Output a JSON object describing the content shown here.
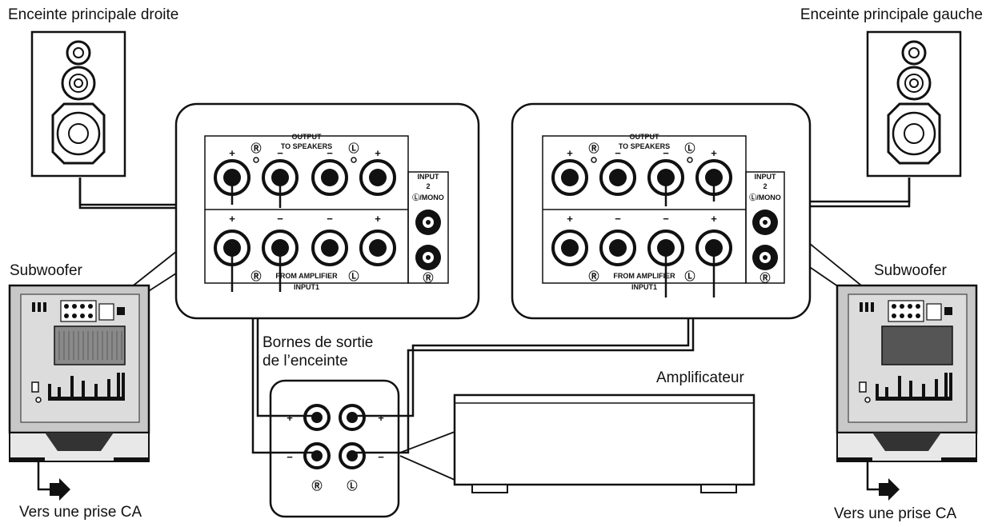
{
  "labels": {
    "right_main_speaker": "Enceinte principale droite",
    "left_main_speaker": "Enceinte principale gauche",
    "subwoofer_left": "Subwoofer",
    "subwoofer_right": "Subwoofer",
    "speaker_output_terminals_line1": "Bornes de sortie",
    "speaker_output_terminals_line2": "de l’enceinte",
    "amplifier": "Amplificateur",
    "ac_outlet_left": "Vers une prise CA",
    "ac_outlet_right": "Vers une prise CA"
  },
  "panel": {
    "output": "OUTPUT",
    "to_speakers": "TO SPEAKERS",
    "input2": "INPUT",
    "input2_num": "2",
    "mono": "Ⓛ/MONO",
    "from_amplifier": "FROM AMPLIFIER",
    "input1": "INPUT1",
    "ch_r": "Ⓡ",
    "ch_l": "Ⓛ",
    "plus": "+",
    "minus": "−"
  },
  "amp_terminals": {
    "plus": "+",
    "minus": "−",
    "ch_r": "Ⓡ",
    "ch_l": "Ⓛ"
  }
}
